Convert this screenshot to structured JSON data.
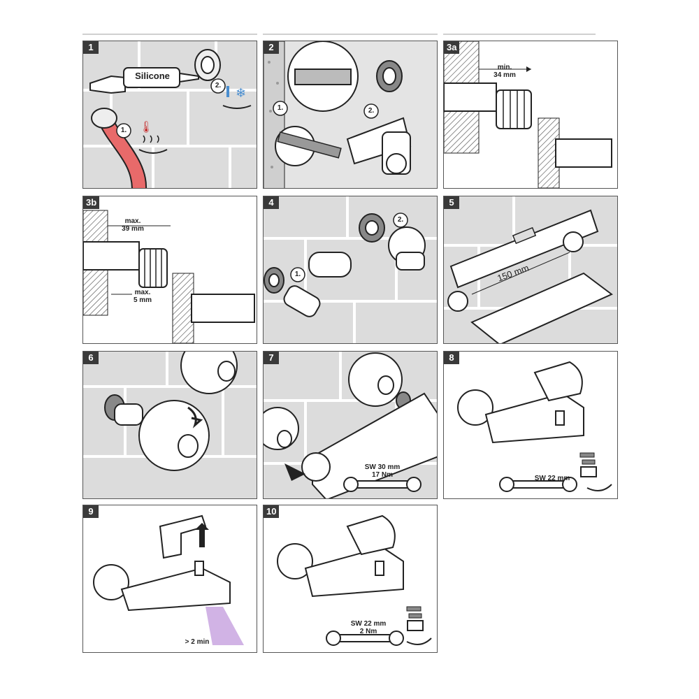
{
  "steps": [
    {
      "num": "1",
      "text": {
        "silicone": "Silicone",
        "sub1": "1.",
        "sub2": "2."
      }
    },
    {
      "num": "2",
      "text": {
        "sub1": "1.",
        "sub2": "2."
      }
    },
    {
      "num": "3a",
      "text": {
        "min_a": "min.",
        "min_b": "34 mm"
      }
    },
    {
      "num": "3b",
      "text": {
        "max1_a": "max.",
        "max1_b": "39 mm",
        "max2_a": "max.",
        "max2_b": "5 mm"
      }
    },
    {
      "num": "4",
      "text": {
        "sub1": "1.",
        "sub2": "2."
      }
    },
    {
      "num": "5",
      "text": {
        "distance": "150 mm"
      }
    },
    {
      "num": "6",
      "text": {}
    },
    {
      "num": "7",
      "text": {
        "wrench_a": "SW 30 mm",
        "wrench_b": "17 Nm"
      }
    },
    {
      "num": "8",
      "text": {
        "wrench": "SW 22 mm"
      }
    },
    {
      "num": "9",
      "text": {
        "flush": "> 2 min"
      }
    },
    {
      "num": "10",
      "text": {
        "wrench_a": "SW 22 mm",
        "wrench_b": "2 Nm"
      }
    }
  ],
  "colors": {
    "hose": "#e86a6a",
    "water": "#c9a6e0",
    "tile": "#d8d8d8",
    "grout": "#ffffff",
    "line": "#222222"
  }
}
